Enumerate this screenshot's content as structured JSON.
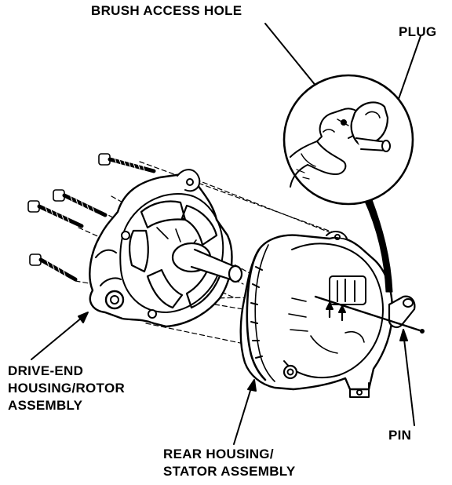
{
  "labels": {
    "brush_access_hole": "BRUSH ACCESS HOLE",
    "plug": "PLUG",
    "drive_end": [
      "DRIVE-END",
      "HOUSING/ROTOR",
      "ASSEMBLY"
    ],
    "pin": "PIN",
    "rear_housing": [
      "REAR HOUSING/",
      "STATOR ASSEMBLY"
    ]
  },
  "colors": {
    "ink": "#000000",
    "paper": "#ffffff"
  }
}
